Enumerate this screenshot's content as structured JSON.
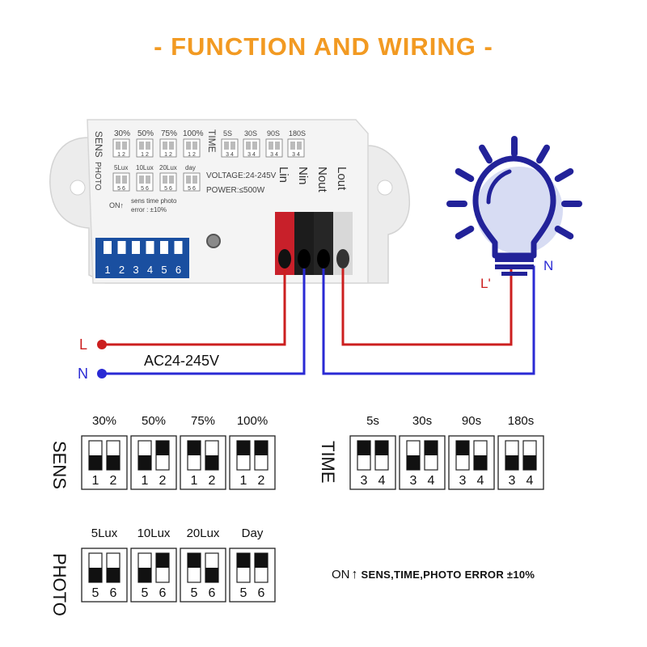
{
  "title": "- FUNCTION AND WIRING -",
  "colors": {
    "title": "#f29a22",
    "live": "#cc1f1f",
    "neutral": "#2a2ad4",
    "bulb": "#222299",
    "bulb_glow": "#d7dcf3",
    "switch_blue": "#1a4fa0",
    "module_body": "#ececec"
  },
  "module": {
    "sens_label": "SENS",
    "photo_label": "PHOTO",
    "time_label": "TIME",
    "sens_levels": [
      "30%",
      "50%",
      "75%",
      "100%"
    ],
    "sens_pins": "1 2",
    "photo_levels": [
      "5Lux",
      "10Lux",
      "20Lux",
      "day"
    ],
    "photo_pins": "5 6",
    "time_levels": [
      "5S",
      "30S",
      "90S",
      "180S"
    ],
    "time_pins": "3 4",
    "voltage": "VOLTAGE:24-245V",
    "power": "POWER:≤500W",
    "on_label": "ON↑",
    "error_line1": "sens  time  photo",
    "error_line2": "error : ±10%",
    "terminals": [
      "Lin",
      "Nin",
      "Nout",
      "Lout"
    ],
    "switch_numbers": [
      "1",
      "2",
      "3",
      "4",
      "5",
      "6"
    ]
  },
  "wiring": {
    "l_label": "L",
    "n_label": "N",
    "supply": "AC24-245V",
    "lamp_live": "L'",
    "lamp_neutral": "N"
  },
  "legend": {
    "sens": {
      "label": "SENS",
      "options": [
        {
          "name": "30%",
          "state": [
            "off",
            "off"
          ],
          "pins": [
            "1",
            "2"
          ]
        },
        {
          "name": "50%",
          "state": [
            "off",
            "on"
          ],
          "pins": [
            "1",
            "2"
          ]
        },
        {
          "name": "75%",
          "state": [
            "on",
            "off"
          ],
          "pins": [
            "1",
            "2"
          ]
        },
        {
          "name": "100%",
          "state": [
            "on",
            "on"
          ],
          "pins": [
            "1",
            "2"
          ]
        }
      ]
    },
    "time": {
      "label": "TIME",
      "options": [
        {
          "name": "5s",
          "state": [
            "on",
            "on"
          ],
          "pins": [
            "3",
            "4"
          ]
        },
        {
          "name": "30s",
          "state": [
            "off",
            "on"
          ],
          "pins": [
            "3",
            "4"
          ]
        },
        {
          "name": "90s",
          "state": [
            "on",
            "off"
          ],
          "pins": [
            "3",
            "4"
          ]
        },
        {
          "name": "180s",
          "state": [
            "off",
            "off"
          ],
          "pins": [
            "3",
            "4"
          ]
        }
      ]
    },
    "photo": {
      "label": "PHOTO",
      "options": [
        {
          "name": "5Lux",
          "state": [
            "off",
            "off"
          ],
          "pins": [
            "5",
            "6"
          ]
        },
        {
          "name": "10Lux",
          "state": [
            "off",
            "on"
          ],
          "pins": [
            "5",
            "6"
          ]
        },
        {
          "name": "20Lux",
          "state": [
            "on",
            "off"
          ],
          "pins": [
            "5",
            "6"
          ]
        },
        {
          "name": "Day",
          "state": [
            "on",
            "on"
          ],
          "pins": [
            "5",
            "6"
          ]
        }
      ]
    }
  },
  "footnote": {
    "on": "ON",
    "arrow": "↑",
    "text": "SENS,TIME,PHOTO ERROR ±10%"
  }
}
